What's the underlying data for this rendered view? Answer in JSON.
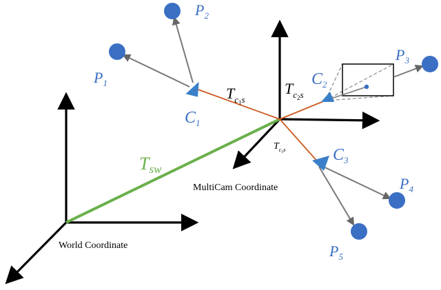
{
  "colors": {
    "point": "#3a6fc4",
    "camera": "#3a7fc8",
    "camera_link": "#cc5a1e",
    "world_link": "#6ab04c",
    "ray": "#777777",
    "axis": "#000000",
    "frustum": "#999999"
  },
  "points": [
    {
      "id": "p1",
      "label": "P",
      "sub": "1"
    },
    {
      "id": "p2",
      "label": "P",
      "sub": "2"
    },
    {
      "id": "p3",
      "label": "P",
      "sub": "3"
    },
    {
      "id": "p4",
      "label": "P",
      "sub": "4"
    },
    {
      "id": "p5",
      "label": "P",
      "sub": "5"
    }
  ],
  "cameras": [
    {
      "id": "c1",
      "label": "C",
      "sub": "1"
    },
    {
      "id": "c2",
      "label": "C",
      "sub": "2"
    },
    {
      "id": "c3",
      "label": "C",
      "sub": "3"
    }
  ],
  "transforms": {
    "t_c1s": {
      "main": "T",
      "sub_a": "c",
      "sub_b": "1",
      "sub_c": "s"
    },
    "t_c2s": {
      "main": "T",
      "sub_a": "c",
      "sub_b": "2",
      "sub_c": "s"
    },
    "t_c3s": {
      "main": "T",
      "sub_a": "c",
      "sub_b": "3",
      "sub_c": "s"
    },
    "t_sw": {
      "main": "T",
      "sub": "sw"
    }
  },
  "frames": {
    "world": "World Coordinate",
    "multicam": "MultiCam Coordinate"
  }
}
